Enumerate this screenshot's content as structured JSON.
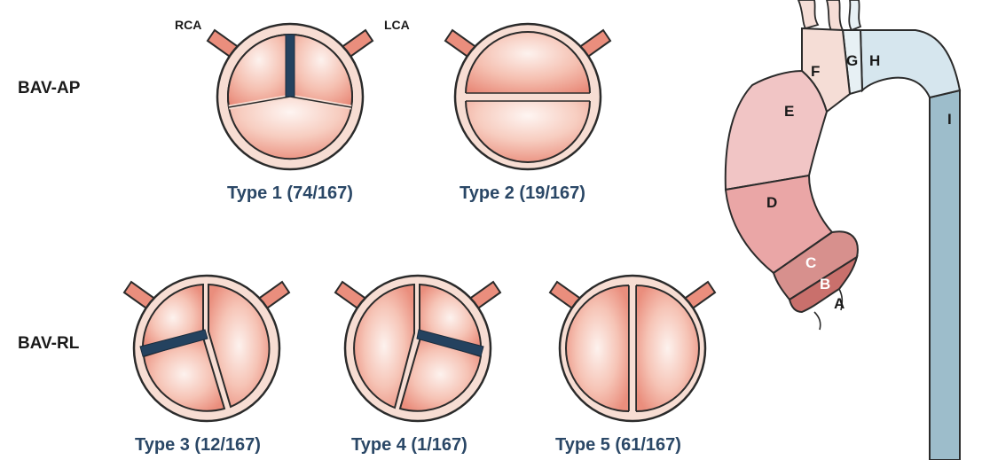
{
  "rows": {
    "ap_label": "BAV-AP",
    "rl_label": "BAV-RL"
  },
  "arteries": {
    "right": "RCA",
    "left": "LCA"
  },
  "valves": [
    {
      "id": "type1",
      "caption": "Type 1 (74/167)"
    },
    {
      "id": "type2",
      "caption": "Type 2 (19/167)"
    },
    {
      "id": "type3",
      "caption": "Type 3 (12/167)"
    },
    {
      "id": "type4",
      "caption": "Type 4 (1/167)"
    },
    {
      "id": "type5",
      "caption": "Type 5 (61/167)"
    }
  ],
  "aorta_segments": [
    "A",
    "B",
    "C",
    "D",
    "E",
    "F",
    "G",
    "H",
    "I"
  ],
  "colors": {
    "valve_ring": "#f7ddd3",
    "valve_stroke": "#2b2b2b",
    "leaflet_center": "#fdf2ee",
    "leaflet_edge": "#ea8e7d",
    "raphe": "#24425f",
    "caption": "#2a4766",
    "seg_A": "#c9706c",
    "seg_B": "#c9706c",
    "seg_C": "#d7908d",
    "seg_D": "#eaa6a6",
    "seg_E": "#f1c5c5",
    "seg_F": "#f5ddd6",
    "seg_G": "#e7f0f4",
    "seg_H": "#d6e6ee",
    "seg_I": "#9dbdcb"
  }
}
